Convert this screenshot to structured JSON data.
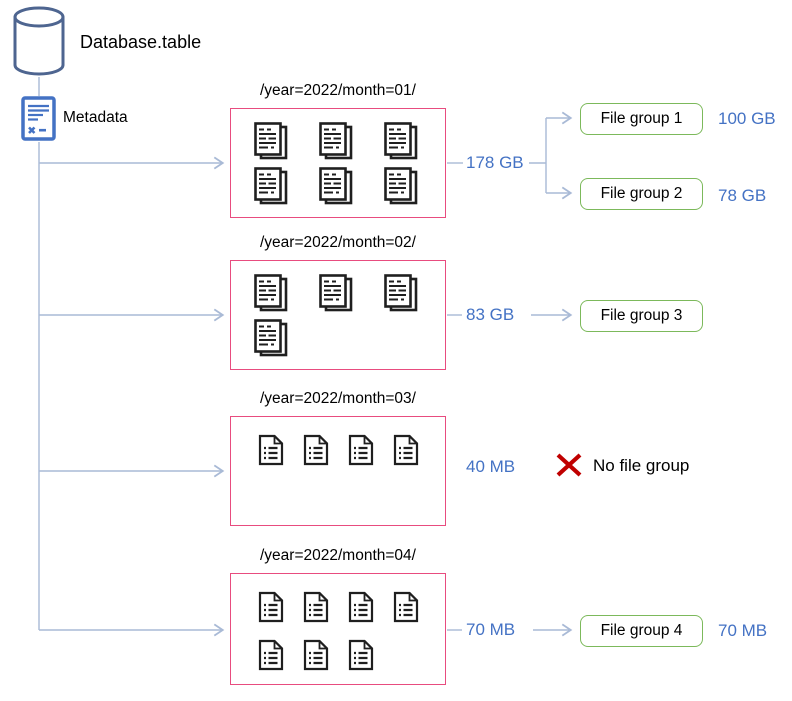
{
  "colors": {
    "size_text_blue": "#4472c4",
    "connector_blue": "#a9bad6",
    "partition_border_pink": "#e84c7f",
    "file_group_border_green": "#7cb95b",
    "metadata_icon_blue": "#4472c4",
    "database_outline_blue": "#4e6590",
    "no_group_x_red": "#c00000",
    "document_icon_black": "#1f1f1f"
  },
  "source": {
    "database_label": "Database.table",
    "database_icon": "database-cylinder-icon",
    "metadata_label": "Metadata",
    "metadata_icon": "metadata-document-icon"
  },
  "partitions": [
    {
      "path": "/year=2022/month=01/",
      "size": "178 GB",
      "file_icon": "stacked-documents-icon",
      "file_rows": [
        3,
        3
      ]
    },
    {
      "path": "/year=2022/month=02/",
      "size": "83 GB",
      "file_icon": "stacked-documents-icon",
      "file_rows": [
        3,
        1
      ]
    },
    {
      "path": "/year=2022/month=03/",
      "size": "40 MB",
      "file_icon": "document-icon",
      "file_rows": [
        4
      ]
    },
    {
      "path": "/year=2022/month=04/",
      "size": "70 MB",
      "file_icon": "document-icon",
      "file_rows": [
        4,
        3
      ]
    }
  ],
  "file_groups": [
    {
      "label": "File group 1",
      "size": "100 GB"
    },
    {
      "label": "File group 2",
      "size": "78 GB"
    },
    {
      "label": "File group 3",
      "size": ""
    },
    {
      "label": "File group 4",
      "size": "70 MB"
    }
  ],
  "no_file_group": {
    "label": "No file group",
    "x_icon": "red-x-icon"
  }
}
